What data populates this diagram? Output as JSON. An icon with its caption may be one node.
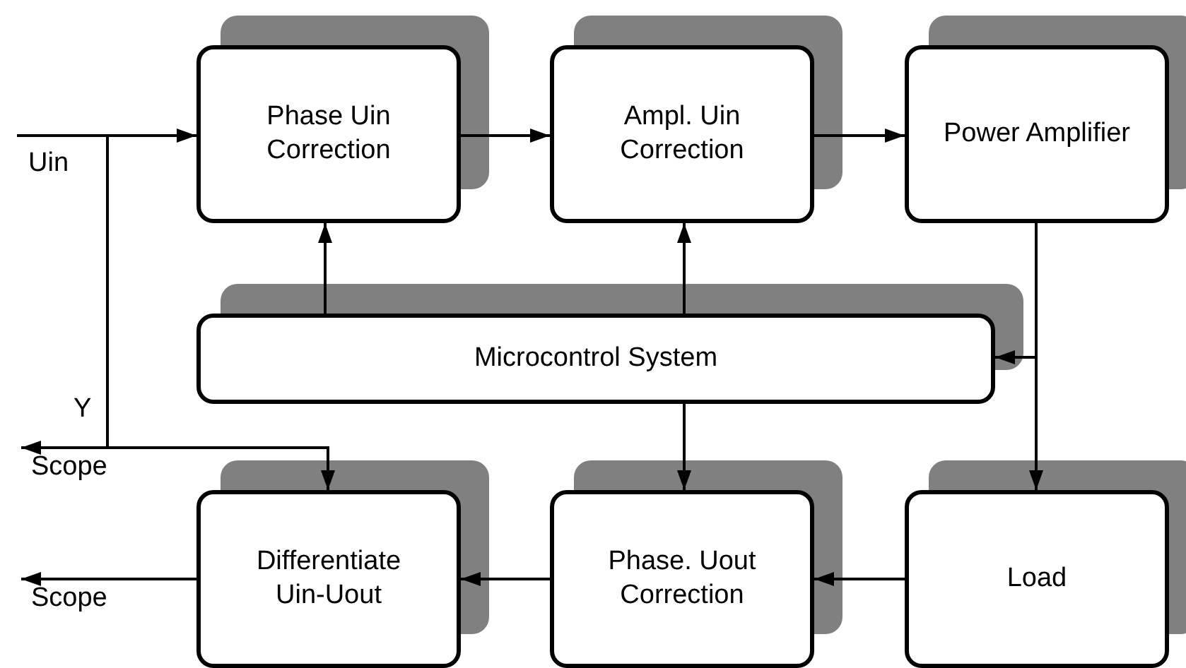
{
  "diagram": {
    "nodes": [
      {
        "text": [
          "Phase Uin Correction"
        ]
      },
      {
        "text": [
          "Ampl. Uin Correction"
        ]
      },
      {
        "text": [
          "Power Amplifier"
        ]
      },
      {
        "text": [
          "Microcontrol System"
        ]
      },
      {
        "text": [
          "Scope"
        ]
      },
      {
        "text": [
          "Differentiate Uin-Uout"
        ]
      },
      {
        "text": [
          "Phase. Uout Correction"
        ]
      },
      {
        "text": [
          "Load"
        ]
      },
      {
        "text": [
          "Scope"
        ]
      }
    ],
    "edges": [
      {
        "from": null,
        "to": 0,
        "arrow": "to",
        "label": "Uin"
      },
      {
        "from": 0,
        "to": 1,
        "arrow": "to"
      },
      {
        "from": 1,
        "to": 2,
        "arrow": "to"
      },
      {
        "from": 3,
        "to": 0,
        "arrow": "to"
      },
      {
        "from": 3,
        "to": 1,
        "arrow": "to"
      },
      {
        "from": 2,
        "to": 7,
        "arrow": "to"
      },
      {
        "from": 2,
        "to": 3,
        "arrow": "to"
      },
      {
        "from": 3,
        "to": 6,
        "arrow": "to"
      },
      {
        "from": 7,
        "to": 6,
        "arrow": "to"
      },
      {
        "from": 6,
        "to": 5,
        "arrow": "to"
      },
      {
        "from": null,
        "to": 4,
        "arrow": "to",
        "label": "Y"
      },
      {
        "from": null,
        "to": 5,
        "arrow": "to"
      },
      {
        "from": 5,
        "to": 8,
        "arrow": "to"
      }
    ]
  }
}
